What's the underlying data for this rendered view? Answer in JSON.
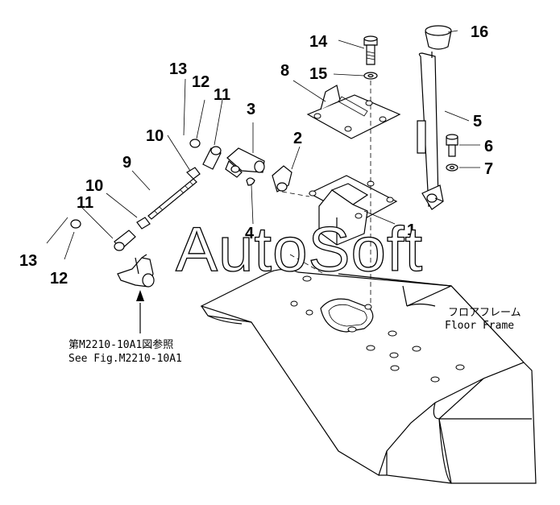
{
  "callouts": [
    {
      "id": "1",
      "text": "1"
    },
    {
      "id": "2",
      "text": "2"
    },
    {
      "id": "3",
      "text": "3"
    },
    {
      "id": "4",
      "text": "4"
    },
    {
      "id": "5",
      "text": "5"
    },
    {
      "id": "6",
      "text": "6"
    },
    {
      "id": "7",
      "text": "7"
    },
    {
      "id": "8",
      "text": "8"
    },
    {
      "id": "9",
      "text": "9"
    },
    {
      "id": "10a",
      "text": "10"
    },
    {
      "id": "10b",
      "text": "10"
    },
    {
      "id": "11a",
      "text": "11"
    },
    {
      "id": "11b",
      "text": "11"
    },
    {
      "id": "12a",
      "text": "12"
    },
    {
      "id": "12b",
      "text": "12"
    },
    {
      "id": "13a",
      "text": "13"
    },
    {
      "id": "13b",
      "text": "13"
    },
    {
      "id": "14",
      "text": "14"
    },
    {
      "id": "15",
      "text": "15"
    },
    {
      "id": "16",
      "text": "16"
    }
  ],
  "floor_frame_label_jp": "フロアフレーム",
  "floor_frame_label_en": "Floor Frame",
  "see_fig_jp": "第M2210-10A1図参照",
  "see_fig_en": "See Fig.M2210-10A1",
  "watermark": "AutoSoft"
}
